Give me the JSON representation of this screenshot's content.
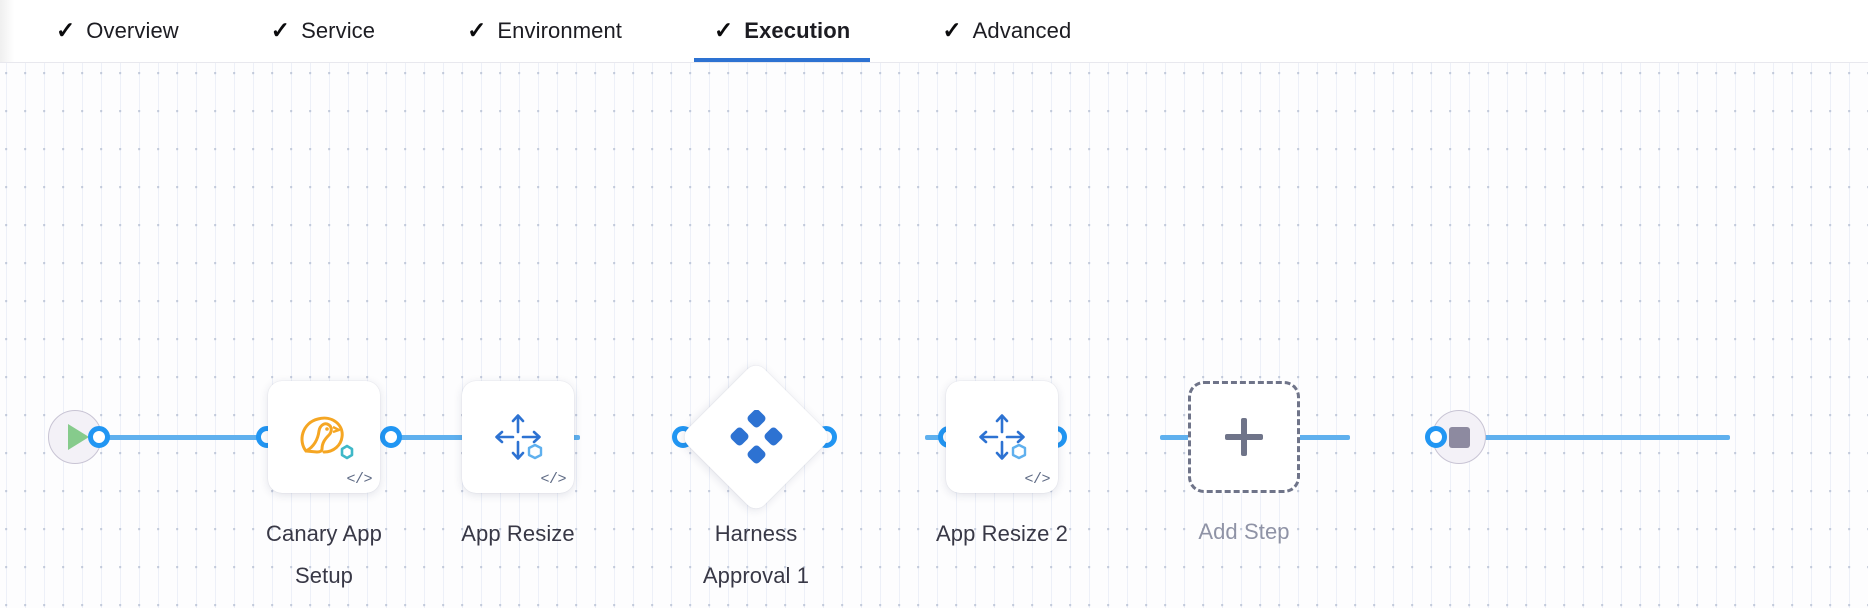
{
  "header": {
    "tabs": [
      {
        "label": "Overview",
        "icon": "check-icon",
        "completed": true,
        "active": false
      },
      {
        "label": "Service",
        "icon": "check-icon",
        "completed": true,
        "active": false
      },
      {
        "label": "Environment",
        "icon": "check-icon",
        "completed": true,
        "active": false
      },
      {
        "label": "Execution",
        "icon": "check-icon",
        "completed": true,
        "active": true
      },
      {
        "label": "Advanced",
        "icon": "check-icon",
        "completed": true,
        "active": false
      }
    ],
    "check_glyph": "✓",
    "active_underline_color": "#2d72d2"
  },
  "canvas": {
    "start_node": {
      "name": "start-node",
      "icon": "play-icon"
    },
    "end_node": {
      "name": "end-node",
      "icon": "stop-icon"
    },
    "steps": [
      {
        "label": "Canary App Setup",
        "label_line1": "Canary App",
        "label_line2": "Setup",
        "icon": "canary-bird-icon",
        "badge": "code-icon",
        "badge_text": "</>",
        "icon_color": "#f5a623",
        "shape": "rounded-square"
      },
      {
        "label": "App Resize",
        "label_line1": "App Resize",
        "label_line2": "",
        "icon": "resize-arrows-icon",
        "badge": "code-icon",
        "badge_text": "</>",
        "icon_color": "#2d72d2",
        "shape": "rounded-square"
      },
      {
        "label": "Harness Approval 1",
        "label_line1": "Harness",
        "label_line2": "Approval 1",
        "icon": "harness-logo-icon",
        "badge": "",
        "badge_text": "",
        "icon_color": "#2d72d2",
        "shape": "diamond"
      },
      {
        "label": "App Resize 2",
        "label_line1": "App Resize 2",
        "label_line2": "",
        "icon": "resize-arrows-icon",
        "badge": "code-icon",
        "badge_text": "</>",
        "icon_color": "#2d72d2",
        "shape": "rounded-square"
      }
    ],
    "add_step": {
      "label": "Add Step",
      "icon": "plus-icon"
    },
    "colors": {
      "pipe": "#5fb0ee",
      "connector_ring": "#2196f3",
      "terminal_fill": "#f3f1f7",
      "terminal_border": "#c8c4d4",
      "play_icon": "#86cb8c",
      "stop_icon": "#8d8aa0",
      "add_step_border": "#6f7489"
    }
  }
}
